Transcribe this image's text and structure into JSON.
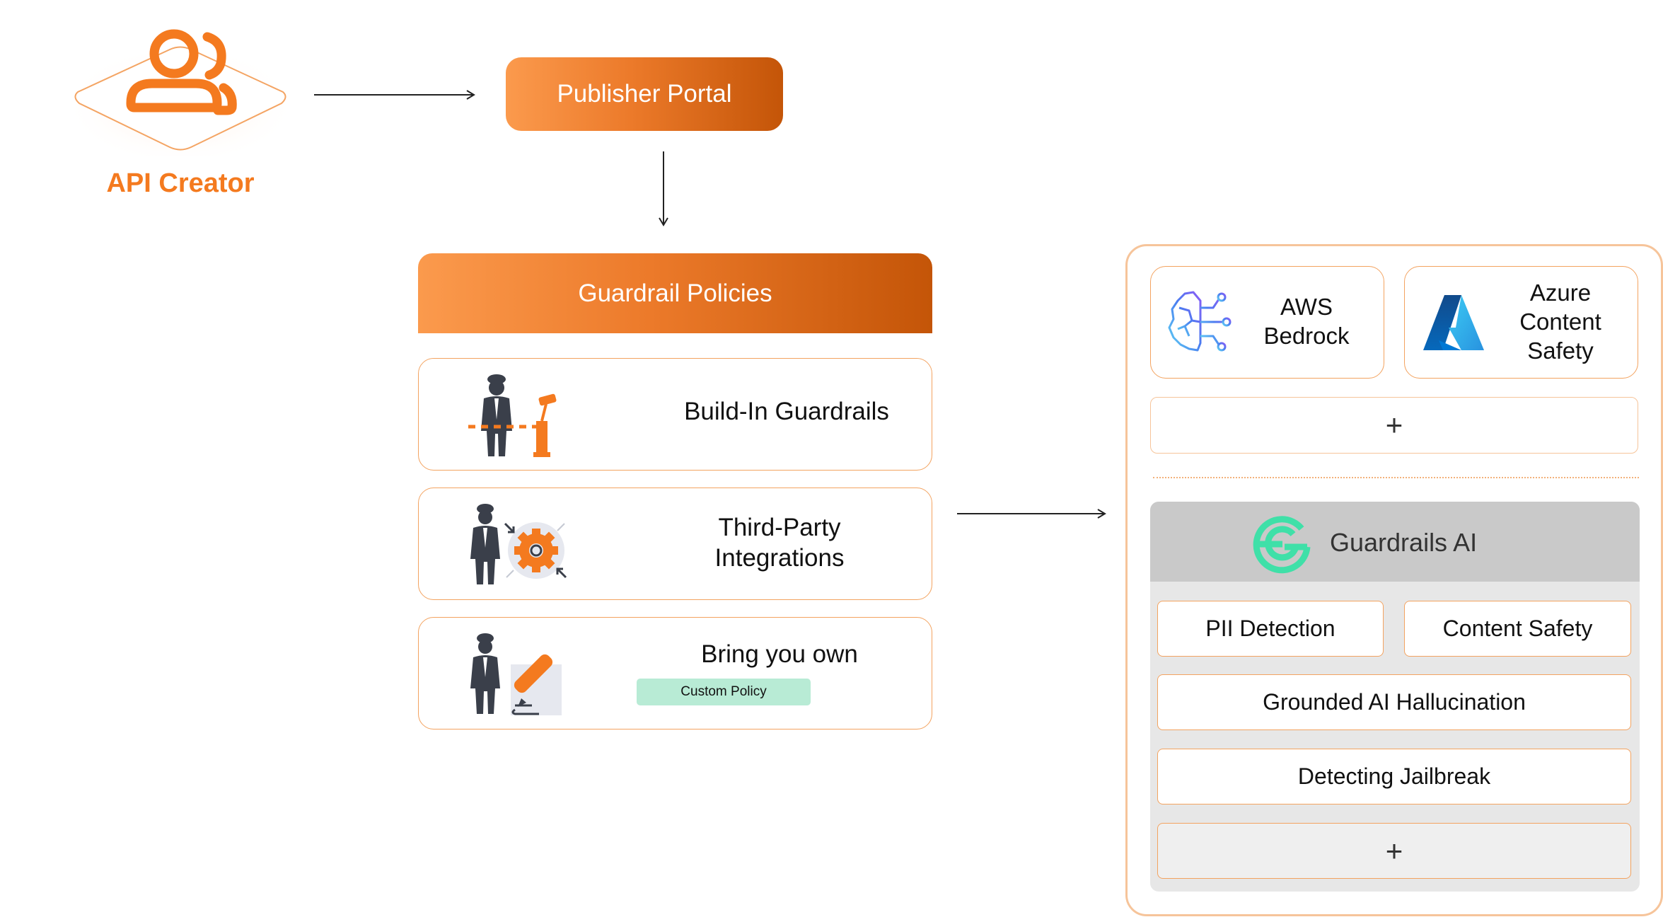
{
  "creator": {
    "label": "API Creator",
    "icon": "users-icon"
  },
  "publisher": {
    "label": "Publisher Portal"
  },
  "policies": {
    "header": "Guardrail Policies",
    "items": [
      {
        "title": "Build-In Guardrails",
        "icon": "guard-barrier-icon"
      },
      {
        "title_line1": "Third-Party",
        "title_line2": "Integrations",
        "icon": "guard-gear-icon"
      },
      {
        "title": "Bring you own",
        "badge": "Custom Policy",
        "icon": "guard-edit-icon"
      }
    ]
  },
  "providers": [
    {
      "line1": "AWS",
      "line2": "Bedrock",
      "icon": "aws-bedrock-icon"
    },
    {
      "line1": "Azure",
      "line2": "Content",
      "line3": "Safety",
      "icon": "azure-icon"
    }
  ],
  "add_symbol": "+",
  "guardrails_ai": {
    "title": "Guardrails AI",
    "icon": "guardrails-ai-logo",
    "features": [
      "PII Detection",
      "Content Safety",
      "Grounded AI Hallucination",
      "Detecting Jailbreak"
    ],
    "add_symbol": "+"
  },
  "colors": {
    "accent": "#f47a1f",
    "accent_dark": "#c45508",
    "card_border": "#f3a360",
    "badge": "#b8ebd5",
    "ga_green": "#3fe0a8"
  }
}
